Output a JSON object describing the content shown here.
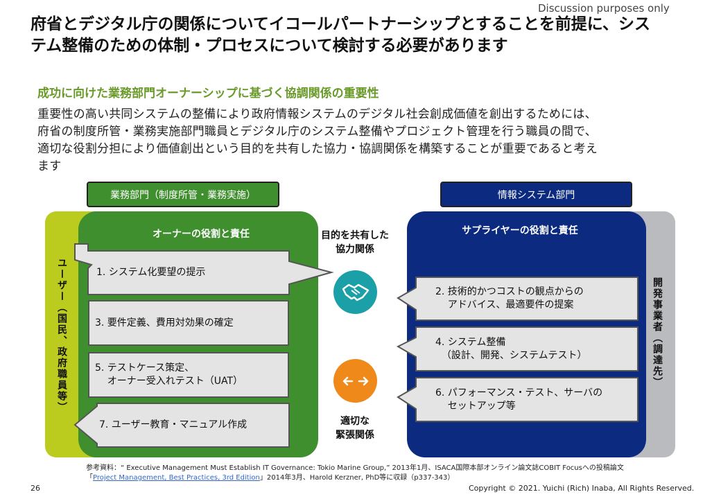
{
  "header": {
    "note": "Discussion purposes only",
    "title_line1": "府省とデジタル庁の関係についてイコールパートナーシップとすることを前提に、シス",
    "title_line2": "テム整備のための体制・プロセスについて検討する必要があります"
  },
  "intro": {
    "subtitle": "成功に向けた業務部門オーナーシップに基づく協調関係の重要性",
    "lines": [
      "重要性の高い共同システムの整備により政府情報システムのデジタル社会創成価値を創出するためには、",
      "府省の制度所管・業務実施部門職員とデジタル庁のシステム整備やプロジェクト管理を行う職員の間で、",
      "適切な役割分担により価値創出という目的を共有した協力・協調関係を構築することが重要であると考え",
      "ます"
    ]
  },
  "diagram": {
    "left_header": "業務部門（制度所管・業務実施）",
    "right_header": "情報システム部門",
    "owner_title": "オーナーの役割と責任",
    "supplier_title": "サプライヤーの役割と責任",
    "left_side_label": "ユーザー（国民、政府職員等）",
    "right_side_label": "開発事業者（調達先）",
    "left_items": [
      "1. システム化要望の提示",
      "3. 要件定義、費用対効果の確定",
      "5. テストケース策定、\n    オーナー受入れテスト（UAT）",
      "7. ユーザー教育・マニュアル作成"
    ],
    "right_items": [
      "2. 技術的かつコストの観点からの\n    アドバイス、最適要件の提案",
      "4. システム整備\n  （設計、開発、システムテスト）",
      "6. パフォーマンス・テスト、サーバの\n    セットアップ等"
    ],
    "mid_top_label_1": "目的を共有した",
    "mid_top_label_2": "協力関係",
    "mid_bottom_label_1": "適切な",
    "mid_bottom_label_2": "緊張関係",
    "icons": {
      "top": "handshake-icon",
      "bottom": "left-right-arrows-icon"
    },
    "colors": {
      "green": "#3f8f2e",
      "lime": "#bccc1f",
      "blue": "#0b2a80",
      "grey": "#b9bbbe",
      "teal": "#1ba0a8",
      "orange": "#ef8a1a",
      "accent_green": "#6a9a2a"
    }
  },
  "footer": {
    "ref_line1": "参考資料：“ Executive Management Must Establish IT Governance: Tokio Marine Group,” 2013年1月、ISACA国際本部オンライン論文誌COBIT Focusへの投稿論文",
    "ref_line2_prefix": "「",
    "ref_link": "Project Management, Best Practices, 3rd Edition",
    "ref_line2_suffix": "」2014年3月、Harold Kerzner, PhD等に収録（p337-343）",
    "page_number": "26",
    "copyright": "Copyright © 2021. Yuichi (Rich) Inaba, All Rights Reserved."
  }
}
